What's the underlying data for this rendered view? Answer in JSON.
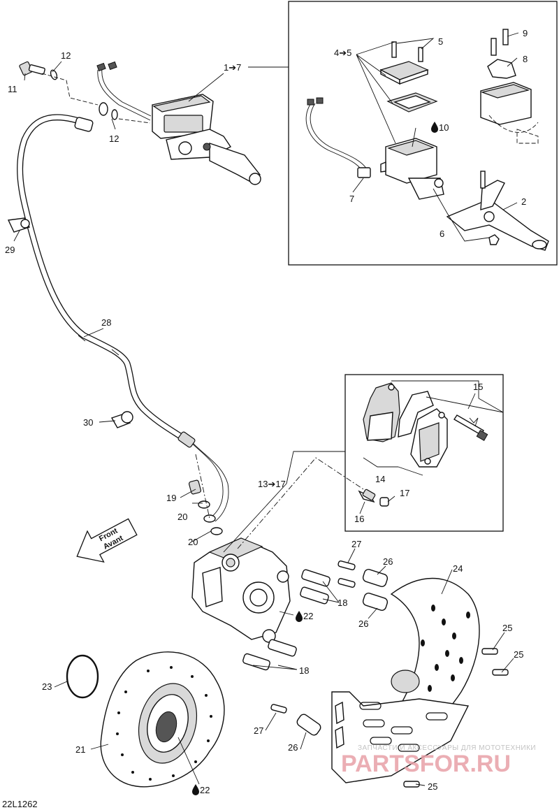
{
  "diagram_code": "22L1262",
  "direction_arrow": {
    "line1": "Front",
    "line2": "Avant"
  },
  "watermark": {
    "tagline": "ЗАПЧАСТИ И АКСЕССУАРЫ ДЛЯ МОТОТЕХНИКИ",
    "brand": "PARTSFOR.RU"
  },
  "callouts": {
    "c1_7": "1➔7",
    "c2": "2",
    "c4_5": "4➔5",
    "c5": "5",
    "c6": "6",
    "c7": "7",
    "c8": "8",
    "c9": "9",
    "c10": "10",
    "c11": "11",
    "c12a": "12",
    "c12b": "12",
    "c13_17": "13➔17",
    "c14": "14",
    "c15": "15",
    "c16": "16",
    "c17": "17",
    "c18a": "18",
    "c18b": "18",
    "c19": "19",
    "c20a": "20",
    "c20b": "20",
    "c21": "21",
    "c22a": "22",
    "c22b": "22",
    "c23": "23",
    "c24": "24",
    "c25a": "25",
    "c25b": "25",
    "c25c": "25",
    "c26a": "26",
    "c26b": "26",
    "c26c": "26",
    "c27a": "27",
    "c27b": "27",
    "c28": "28",
    "c29": "29",
    "c30": "30"
  },
  "icons": {
    "lubricant_drop": "drop-icon",
    "direction": "front-arrow-icon"
  }
}
